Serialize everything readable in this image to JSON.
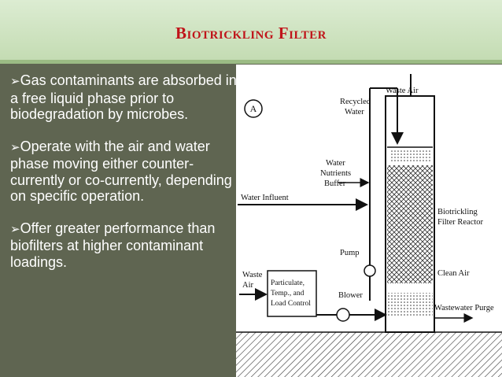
{
  "slide": {
    "title": "Biotrickling Filter",
    "bullets": [
      "Gas contaminants are absorbed in a free liquid phase prior to biodegradation by microbes.",
      "Operate with the air and water phase moving either counter-currently or co-currently, depending on specific operation.",
      "Offer greater performance than biofilters at higher contaminant loadings."
    ],
    "bullet_marker": "➢"
  },
  "diagram": {
    "panel_label": "A",
    "labels": {
      "waste_air_top": "Waste Air",
      "recycled_water_1": "Recycled",
      "recycled_water_2": "Water",
      "water_1": "Water",
      "water_2": "Nutrients",
      "water_3": "Buffer",
      "water_influent": "Water Influent",
      "reactor_1": "Biotrickling",
      "reactor_2": "Filter Reactor",
      "pump": "Pump",
      "waste_air_left_1": "Waste",
      "waste_air_left_2": "Air",
      "control_1": "Particulate,",
      "control_2": "Temp., and",
      "control_3": "Load Control",
      "blower": "Blower",
      "clean_air": "Clean Air",
      "wastewater_purge": "Wastewater Purge"
    }
  },
  "colors": {
    "title": "#c0141a",
    "background": "#5f6551",
    "title_bar": "#c4dcb3",
    "text": "#ffffff"
  }
}
